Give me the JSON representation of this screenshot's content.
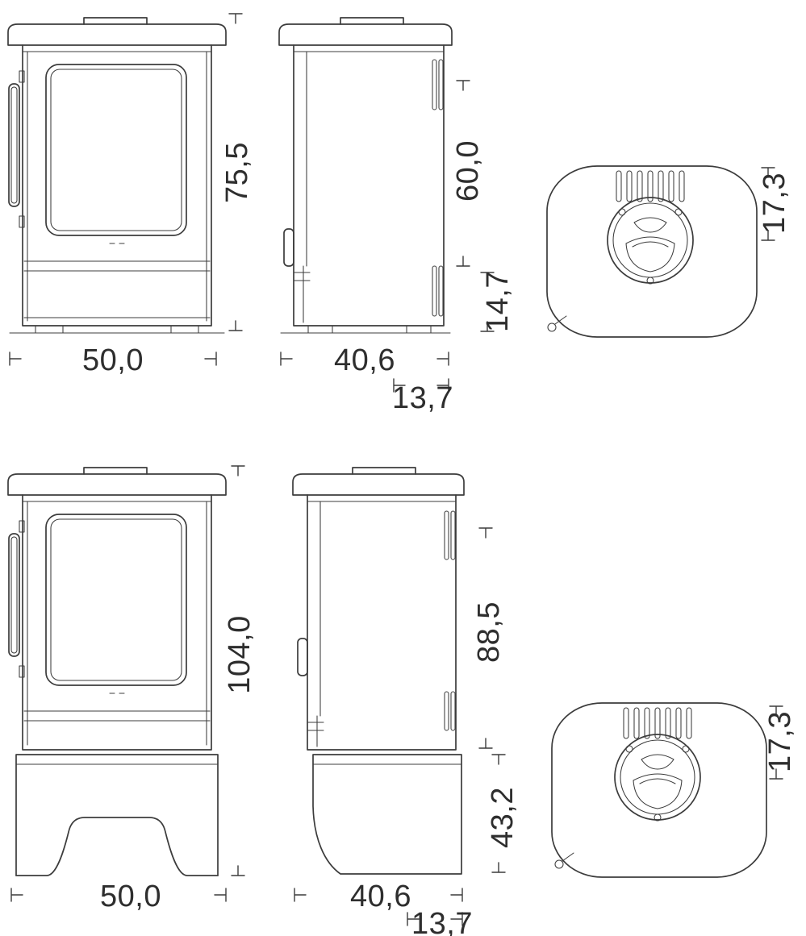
{
  "drawing": {
    "line_color": "#3c3c3c",
    "rows": [
      {
        "id": "stove-compact",
        "front": {
          "height": "75,5",
          "width": "50,0"
        },
        "side": {
          "height_upper": "60,0",
          "height_lower": "14,7",
          "depth": "40,6",
          "flue_offset": "13,7"
        },
        "top": {
          "flue_from_back": "17,3"
        }
      },
      {
        "id": "stove-with-pedestal",
        "front": {
          "height": "104,0",
          "width": "50,0"
        },
        "side": {
          "height_upper": "88,5",
          "height_lower": "43,2",
          "depth": "40,6",
          "flue_offset": "13,7"
        },
        "top": {
          "flue_from_back": "17,3"
        }
      }
    ]
  }
}
